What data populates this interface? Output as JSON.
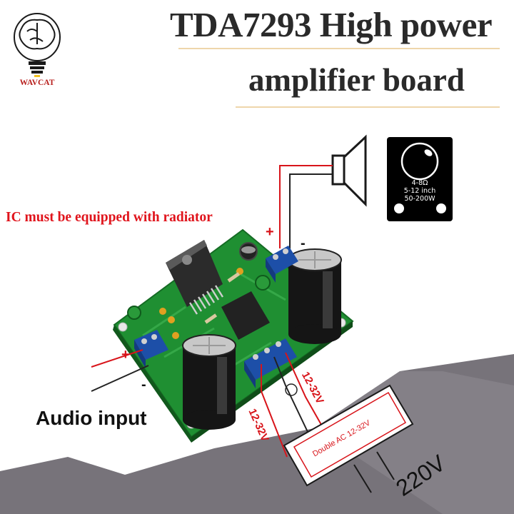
{
  "brand": {
    "name": "WAVCAT",
    "logo_icon": "brain-bulb-icon",
    "logo_color": "#b8201e"
  },
  "title": {
    "line1": "TDA7293 High power",
    "line2": "amplifier board"
  },
  "warning": {
    "text": "IC must be equipped with radiator",
    "color": "#e0141c"
  },
  "speaker_spec": {
    "impedance": "4-8Ω",
    "size": "5-12 inch",
    "power": "50-200W"
  },
  "terminals": {
    "speaker_plus": "+",
    "speaker_minus": "-",
    "input_plus": "+",
    "input_minus": "-",
    "audio_input_label": "Audio input"
  },
  "power": {
    "wire_label_1": "12-32V",
    "wire_label_2": "12-32V",
    "transformer_label": "Double AC 12-32V",
    "mains_label": "220V"
  },
  "colors": {
    "pcb": "#1f8f32",
    "terminal_blue": "#1d4fa8",
    "wire_red": "#d8141a",
    "mountain": "#77737a"
  }
}
